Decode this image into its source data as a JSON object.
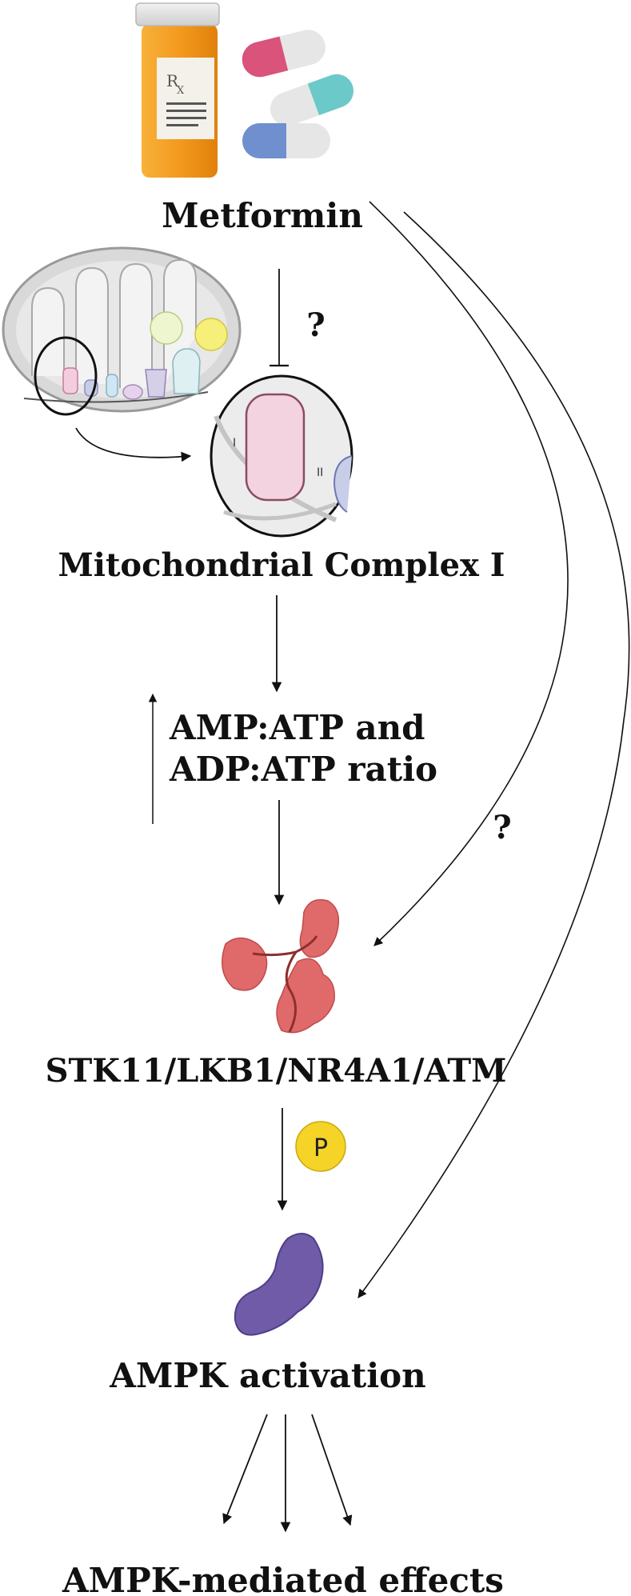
{
  "labels": {
    "metformin": "Metformin",
    "complex1": "Mitochondrial Complex I",
    "ratio_line1": "AMP:ATP and",
    "ratio_line2": "ADP:ATP ratio",
    "kinases": "STK11/LKB1/NR4A1/ATM",
    "ampk": "AMPK activation",
    "effects": "AMPK-mediated effects",
    "question_1": "?",
    "question_2": "?",
    "phospho": "P",
    "rx": "R",
    "rx_sub": "X",
    "complex_I_label": "I",
    "complex_II_label": "II"
  },
  "icons": {
    "pill_bottle": "pill-bottle-icon",
    "capsules": "capsule-icon",
    "mitochondrion": "mitochondrion-icon",
    "kinase_protein": "kinase-protein-icon",
    "ampk_protein": "ampk-protein-icon",
    "phosphate": "phosphate-icon"
  },
  "colors": {
    "bottle_orange": "#f39a1e",
    "pill_pink": "#d9537a",
    "pill_teal": "#6cc9c9",
    "pill_blue": "#6f8fce",
    "complex_pink": "#f2d3df",
    "kinase_red": "#e06a6a",
    "ampk_purple": "#6f5ba8",
    "phosphate_yellow": "#f5d327"
  }
}
